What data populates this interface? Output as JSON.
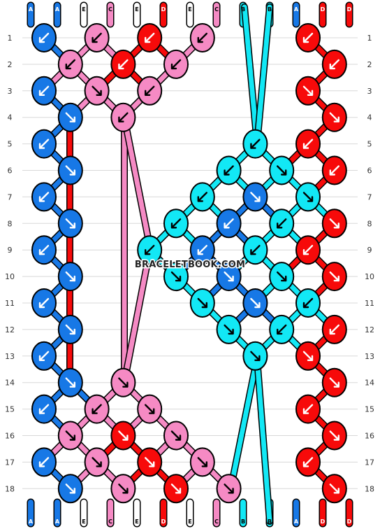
{
  "title": "",
  "watermark": "BRACELETBOOK.COM",
  "colors": {
    "A": "#1778e6",
    "C": "#f58ac4",
    "D": "#f70a0a",
    "E": "#ffffff",
    "B": "#12e8f5",
    "outline": "#000000"
  },
  "strand_labels": [
    "A",
    "A",
    "E",
    "C",
    "E",
    "D",
    "E",
    "C",
    "B",
    "B",
    "A",
    "D",
    "D"
  ],
  "row_labels": [
    "1",
    "2",
    "3",
    "4",
    "5",
    "6",
    "7",
    "8",
    "9",
    "10",
    "11",
    "12",
    "13",
    "14",
    "15",
    "16",
    "17",
    "18"
  ],
  "knots": {
    "row_1": [
      {
        "col": 0,
        "color": "A",
        "icon": "arrow-down-left"
      },
      {
        "col": 2,
        "color": "C",
        "icon": "arrow-down-left"
      },
      {
        "col": 4,
        "color": "D",
        "icon": "arrow-down-left"
      },
      {
        "col": 6,
        "color": "C",
        "icon": "arrow-down-left"
      },
      {
        "col": 10,
        "color": "D",
        "icon": "arrow-down-left"
      }
    ],
    "row_2": [
      {
        "col": 1,
        "color": "C",
        "icon": "arrow-down-left"
      },
      {
        "col": 3,
        "color": "D",
        "icon": "arrow-down-left"
      },
      {
        "col": 5,
        "color": "C",
        "icon": "arrow-down-left"
      },
      {
        "col": 11,
        "color": "D",
        "icon": "arrow-down-left"
      }
    ],
    "row_3": [
      {
        "col": 0,
        "color": "A",
        "icon": "arrow-down-left"
      },
      {
        "col": 2,
        "color": "C",
        "icon": "arrow-down-right"
      },
      {
        "col": 4,
        "color": "C",
        "icon": "arrow-down-left"
      },
      {
        "col": 10,
        "color": "D",
        "icon": "arrow-down-right"
      }
    ],
    "row_4": [
      {
        "col": 1,
        "color": "A",
        "icon": "arrow-down-right"
      },
      {
        "col": 3,
        "color": "C",
        "icon": "arrow-down-left"
      },
      {
        "col": 11,
        "color": "D",
        "icon": "arrow-down-right"
      }
    ],
    "row_5": [
      {
        "col": 0,
        "color": "A",
        "icon": "arrow-down-left"
      },
      {
        "col": 8,
        "color": "B",
        "icon": "arrow-down-left"
      },
      {
        "col": 10,
        "color": "D",
        "icon": "arrow-down-left"
      }
    ],
    "row_6": [
      {
        "col": 1,
        "color": "A",
        "icon": "arrow-down-right"
      },
      {
        "col": 7,
        "color": "B",
        "icon": "arrow-down-left"
      },
      {
        "col": 9,
        "color": "B",
        "icon": "arrow-down-right"
      },
      {
        "col": 11,
        "color": "D",
        "icon": "arrow-down-left"
      }
    ],
    "row_7": [
      {
        "col": 0,
        "color": "A",
        "icon": "arrow-down-left"
      },
      {
        "col": 6,
        "color": "B",
        "icon": "arrow-down-left"
      },
      {
        "col": 8,
        "color": "A",
        "icon": "arrow-down-right"
      },
      {
        "col": 10,
        "color": "B",
        "icon": "arrow-down-right"
      }
    ],
    "row_8": [
      {
        "col": 1,
        "color": "A",
        "icon": "arrow-down-right"
      },
      {
        "col": 5,
        "color": "B",
        "icon": "arrow-down-left"
      },
      {
        "col": 7,
        "color": "A",
        "icon": "arrow-down-left"
      },
      {
        "col": 9,
        "color": "B",
        "icon": "arrow-down-left"
      },
      {
        "col": 11,
        "color": "D",
        "icon": "arrow-down-right"
      }
    ],
    "row_9": [
      {
        "col": 0,
        "color": "A",
        "icon": "arrow-down-left"
      },
      {
        "col": 4,
        "color": "B",
        "icon": "arrow-down-left"
      },
      {
        "col": 6,
        "color": "A",
        "icon": "arrow-down-left"
      },
      {
        "col": 8,
        "color": "B",
        "icon": "arrow-down-left"
      },
      {
        "col": 10,
        "color": "D",
        "icon": "arrow-down-left"
      }
    ],
    "row_10": [
      {
        "col": 1,
        "color": "A",
        "icon": "arrow-down-right"
      },
      {
        "col": 5,
        "color": "B",
        "icon": "arrow-down-right"
      },
      {
        "col": 7,
        "color": "A",
        "icon": "arrow-down-right"
      },
      {
        "col": 9,
        "color": "B",
        "icon": "arrow-down-right"
      },
      {
        "col": 11,
        "color": "D",
        "icon": "arrow-down-right"
      }
    ],
    "row_11": [
      {
        "col": 0,
        "color": "A",
        "icon": "arrow-down-left"
      },
      {
        "col": 6,
        "color": "B",
        "icon": "arrow-down-right"
      },
      {
        "col": 8,
        "color": "A",
        "icon": "arrow-down-right"
      },
      {
        "col": 10,
        "color": "B",
        "icon": "arrow-down-left"
      }
    ],
    "row_12": [
      {
        "col": 1,
        "color": "A",
        "icon": "arrow-down-right"
      },
      {
        "col": 7,
        "color": "B",
        "icon": "arrow-down-right"
      },
      {
        "col": 9,
        "color": "B",
        "icon": "arrow-down-left"
      },
      {
        "col": 11,
        "color": "D",
        "icon": "arrow-down-left"
      }
    ],
    "row_13": [
      {
        "col": 0,
        "color": "A",
        "icon": "arrow-down-left"
      },
      {
        "col": 8,
        "color": "B",
        "icon": "arrow-down-right"
      },
      {
        "col": 10,
        "color": "D",
        "icon": "arrow-down-right"
      }
    ],
    "row_14": [
      {
        "col": 1,
        "color": "A",
        "icon": "arrow-down-right"
      },
      {
        "col": 3,
        "color": "C",
        "icon": "arrow-down-right"
      },
      {
        "col": 11,
        "color": "D",
        "icon": "arrow-down-right"
      }
    ],
    "row_15": [
      {
        "col": 0,
        "color": "A",
        "icon": "arrow-down-left"
      },
      {
        "col": 2,
        "color": "C",
        "icon": "arrow-down-left"
      },
      {
        "col": 4,
        "color": "C",
        "icon": "arrow-down-right"
      },
      {
        "col": 10,
        "color": "D",
        "icon": "arrow-down-left"
      }
    ],
    "row_16": [
      {
        "col": 1,
        "color": "C",
        "icon": "arrow-down-right"
      },
      {
        "col": 3,
        "color": "D",
        "icon": "arrow-down-right"
      },
      {
        "col": 5,
        "color": "C",
        "icon": "arrow-down-right"
      },
      {
        "col": 11,
        "color": "D",
        "icon": "arrow-down-right"
      }
    ],
    "row_17": [
      {
        "col": 0,
        "color": "A",
        "icon": "arrow-down-left"
      },
      {
        "col": 2,
        "color": "C",
        "icon": "arrow-down-right"
      },
      {
        "col": 4,
        "color": "D",
        "icon": "arrow-down-right"
      },
      {
        "col": 6,
        "color": "C",
        "icon": "arrow-down-right"
      },
      {
        "col": 10,
        "color": "D",
        "icon": "arrow-down-left"
      }
    ],
    "row_18": [
      {
        "col": 1,
        "color": "A",
        "icon": "arrow-down-right"
      },
      {
        "col": 3,
        "color": "C",
        "icon": "arrow-down-right"
      },
      {
        "col": 5,
        "color": "D",
        "icon": "arrow-down-right"
      },
      {
        "col": 7,
        "color": "C",
        "icon": "arrow-down-right"
      },
      {
        "col": 11,
        "color": "D",
        "icon": "arrow-down-right"
      }
    ]
  }
}
